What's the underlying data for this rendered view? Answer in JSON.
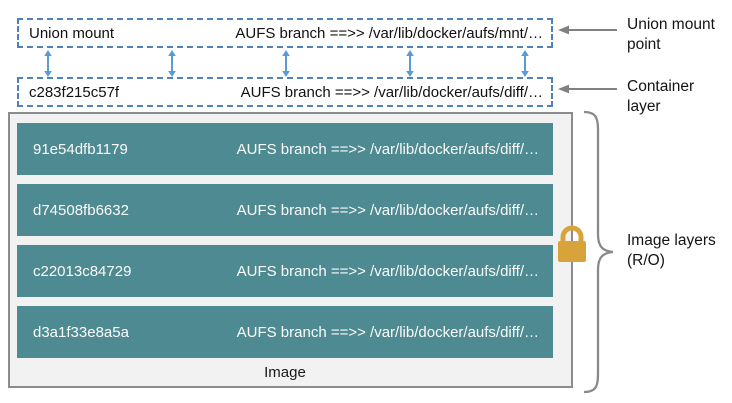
{
  "union_mount": {
    "id": "Union mount",
    "path": "AUFS branch ==>> /var/lib/docker/aufs/mnt/…"
  },
  "container_layer": {
    "id": "c283f215c57f",
    "path": "AUFS branch ==>> /var/lib/docker/aufs/diff/…"
  },
  "image": {
    "label": "Image",
    "layers": [
      {
        "id": "91e54dfb1179",
        "path": "AUFS branch ==>> /var/lib/docker/aufs/diff/…"
      },
      {
        "id": "d74508fb6632",
        "path": "AUFS branch ==>> /var/lib/docker/aufs/diff/…"
      },
      {
        "id": "c22013c84729",
        "path": "AUFS branch ==>> /var/lib/docker/aufs/diff/…"
      },
      {
        "id": "d3a1f33e8a5a",
        "path": "AUFS branch ==>> /var/lib/docker/aufs/diff/…"
      }
    ]
  },
  "annotations": {
    "union_mount_point": {
      "line1": "Union mount",
      "line2": "point"
    },
    "container_layer": {
      "line1": "Container",
      "line2": "layer"
    },
    "image_layers": {
      "line1": "Image layers",
      "line2": "(R/O)"
    }
  },
  "colors": {
    "layer_teal": "#4E8A92",
    "dashed_border_blue": "#4F81BD",
    "sync_arrow_blue": "#5B9BD5",
    "annotation_gray": "#808080",
    "lock_gold": "#D9A33C",
    "image_box_bg": "#F2F2F2",
    "image_box_border": "#8C8C8C"
  }
}
